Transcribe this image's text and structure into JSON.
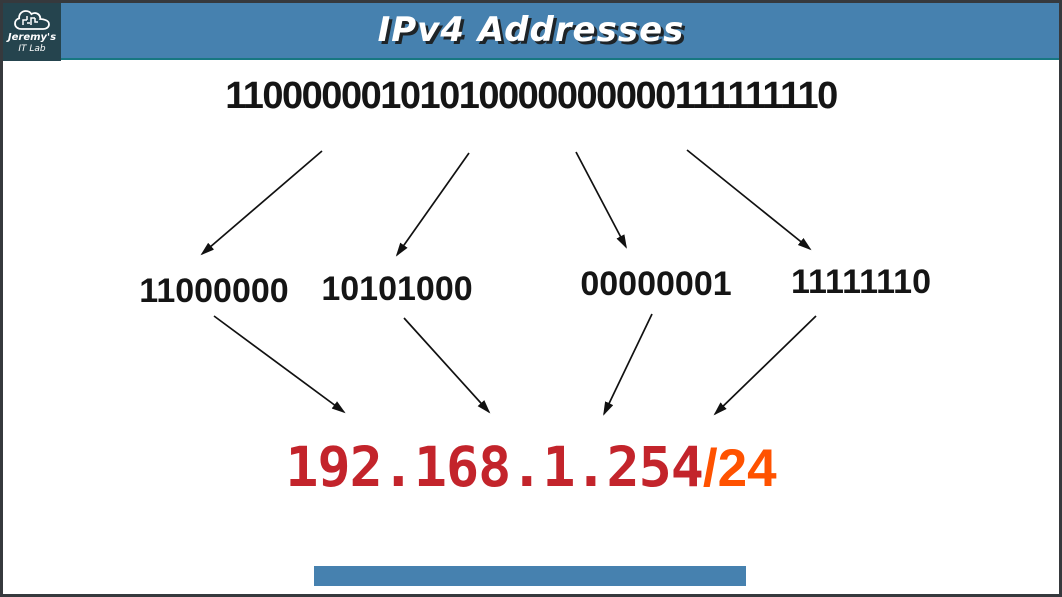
{
  "slide": {
    "title": "IPv4 Addresses",
    "logo": {
      "line1": "Jeremy's",
      "line2": "IT Lab",
      "icon": "cloud-circuit-icon"
    },
    "binary_full": "11000000101010000000000111111110",
    "octets": [
      "11000000",
      "10101000",
      "00000001",
      "11111110"
    ],
    "ip": {
      "address": "192.168.1.254",
      "prefix": "/24"
    },
    "colors": {
      "header_blue": "#4681AF",
      "header_teal_line": "#177781",
      "logo_bg": "#25444E",
      "frame_border": "#36393D",
      "ip_red": "#C3242B",
      "prefix_orange": "#FF5200",
      "progress_bar": "#4681AF",
      "text_black": "#151515"
    }
  }
}
